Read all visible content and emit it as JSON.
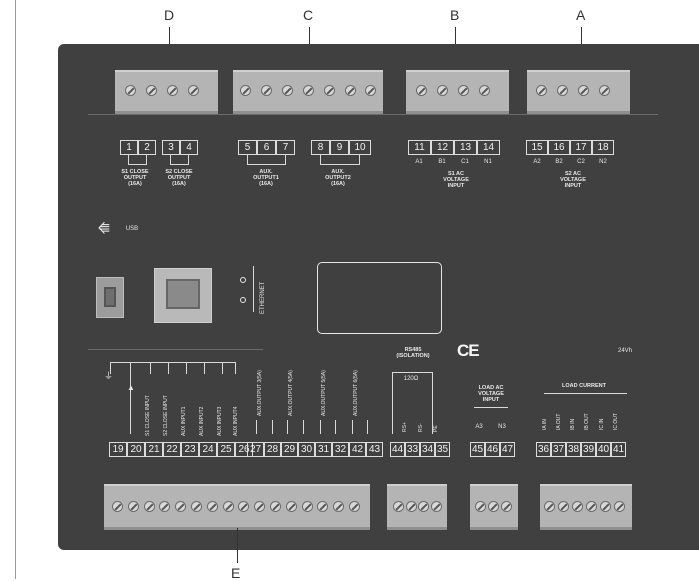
{
  "callouts": {
    "a": "A",
    "b": "B",
    "c": "C",
    "d": "D",
    "e": "E"
  },
  "top_terminals": [
    {
      "num": "1"
    },
    {
      "num": "2"
    },
    {
      "num": "3"
    },
    {
      "num": "4"
    },
    {
      "num": "5"
    },
    {
      "num": "6"
    },
    {
      "num": "7"
    },
    {
      "num": "8"
    },
    {
      "num": "9"
    },
    {
      "num": "10"
    },
    {
      "num": "11"
    },
    {
      "num": "12"
    },
    {
      "num": "13"
    },
    {
      "num": "14"
    },
    {
      "num": "15"
    },
    {
      "num": "16"
    },
    {
      "num": "17"
    },
    {
      "num": "18"
    }
  ],
  "phase_labels": {
    "s1": [
      "A1",
      "B1",
      "C1",
      "N1"
    ],
    "s2": [
      "A2",
      "B2",
      "C2",
      "N2"
    ]
  },
  "top_labels": {
    "s1_close": "S1 CLOSE\nOUTPUT\n(16A)",
    "s2_close": "S2 CLOSE\nOUTPUT\n(16A)",
    "aux1": "AUX.\nOUTPUT1\n(16A)",
    "aux2": "AUX.\nOUTPUT2\n(16A)",
    "s1_ac": "S1 AC\nVOLTAGE\nINPUT",
    "s2_ac": "S2 AC\nVOLTAGE\nINPUT"
  },
  "usb_label": "USB",
  "ethernet_label": "ETHERNET",
  "ce_mark": "CE",
  "rating_text": "24Vh",
  "bottom_terminals": [
    {
      "num": "19"
    },
    {
      "num": "20"
    },
    {
      "num": "21"
    },
    {
      "num": "22"
    },
    {
      "num": "23"
    },
    {
      "num": "24"
    },
    {
      "num": "25"
    },
    {
      "num": "26"
    },
    {
      "num": "27"
    },
    {
      "num": "28"
    },
    {
      "num": "29"
    },
    {
      "num": "30"
    },
    {
      "num": "31"
    },
    {
      "num": "32"
    },
    {
      "num": "42"
    },
    {
      "num": "43"
    },
    {
      "num": "44"
    },
    {
      "num": "33"
    },
    {
      "num": "34"
    },
    {
      "num": "35"
    },
    {
      "num": "45"
    },
    {
      "num": "46"
    },
    {
      "num": "47"
    },
    {
      "num": "36"
    },
    {
      "num": "37"
    },
    {
      "num": "38"
    },
    {
      "num": "39"
    },
    {
      "num": "40"
    },
    {
      "num": "41"
    }
  ],
  "input_vlabels": [
    "S1 CLOSE INPUT",
    "S2 CLOSE INPUT",
    "AUX INPUT1",
    "AUX INPUT2",
    "AUX INPUT3",
    "AUX INPUT4"
  ],
  "aux_out_vlabels": [
    "AUX.OUTPUT 3(5A)",
    "AUX.OUTPUT 4(5A)",
    "AUX.OUTPUT 5(5A)",
    "AUX.OUTPUT 6(5A)"
  ],
  "rs485": {
    "title": "RS485\n(ISOLATION)",
    "resistor": "120Ω",
    "pins": [
      "RS+",
      "RS-",
      "PE"
    ]
  },
  "load_ac": {
    "title": "LOAD AC\nVOLTAGE\nINPUT",
    "phase_a": "A3",
    "phase_n": "N3"
  },
  "load_current": {
    "title": "LOAD CURRENT",
    "pins": [
      "IA IN",
      "IA OUT",
      "IB IN",
      "IB OUT",
      "IC IN",
      "IC OUT"
    ]
  }
}
